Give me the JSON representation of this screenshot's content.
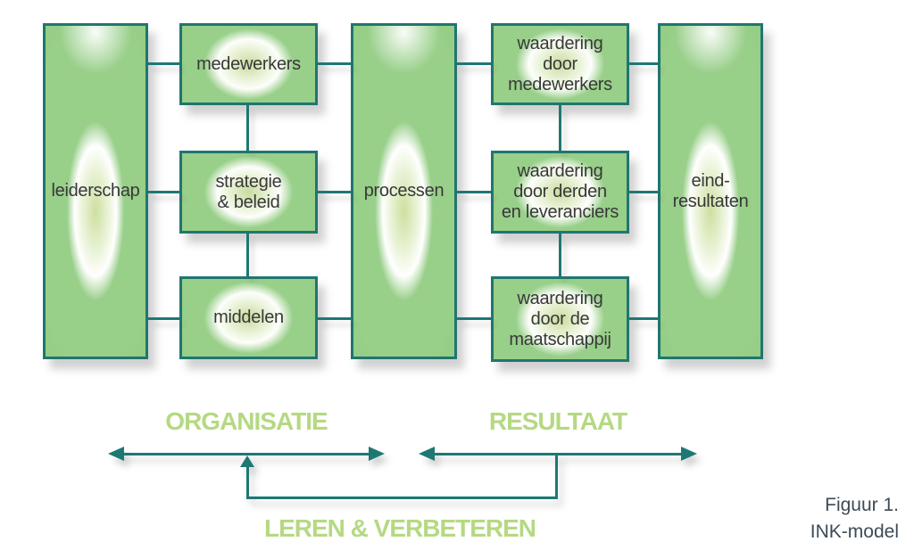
{
  "colors": {
    "line_teal": "#1d7874",
    "box_border_teal": "#20766f",
    "box_green": "#8cc87e",
    "box_glow_core": "#cbdea0",
    "section_label_green": "#b5d982",
    "box_text": "#383838",
    "caption_text": "#3d4b57"
  },
  "boxes": {
    "leiderschap": {
      "label": "leiderschap"
    },
    "medewerkers": {
      "label": "medewerkers"
    },
    "strategie_beleid": {
      "label": "strategie\n& beleid"
    },
    "middelen": {
      "label": "middelen"
    },
    "processen": {
      "label": "processen"
    },
    "waardering_medewerkers": {
      "label": "waardering\ndoor\nmedewerkers"
    },
    "waardering_derden": {
      "label": "waardering\ndoor derden\nen leveranciers"
    },
    "waardering_maatschappij": {
      "label": "waardering\ndoor de\nmaatschappij"
    },
    "eind_resultaten": {
      "label": "eind-\nresultaten"
    }
  },
  "section_labels": {
    "organisatie": "ORGANISATIE",
    "resultaat": "RESULTAAT",
    "leren_verbeteren": "LEREN & VERBETEREN"
  },
  "caption": {
    "line1": "Figuur 1.",
    "line2": "INK-model"
  }
}
